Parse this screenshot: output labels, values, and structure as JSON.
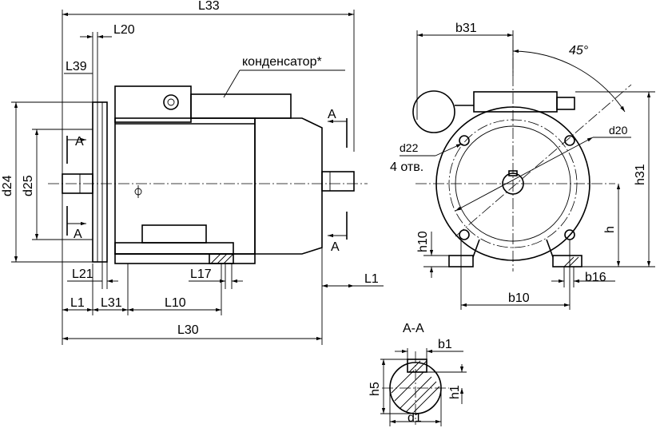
{
  "labels": {
    "L33": "L33",
    "L20": "L20",
    "L39": "L39",
    "capacitor": "конденсатор*",
    "A_top_left": "A",
    "A_bottom_left": "A",
    "A_top_right": "A",
    "A_bottom_right": "A",
    "d24": "d24",
    "d25": "d25",
    "L21": "L21",
    "L17": "L17",
    "L1_right": "L1",
    "L1_left": "L1",
    "L31": "L31",
    "L10": "L10",
    "L30": "L30",
    "b31": "b31",
    "angle": "45°",
    "d22": "d22",
    "holes": "4 отв.",
    "d20": "d20",
    "h31": "h31",
    "h10": "h10",
    "h": "h",
    "b16": "b16",
    "b10": "b10",
    "section_title": "A-A",
    "b1": "b1",
    "h5": "h5",
    "h1": "h1",
    "d1": "d1"
  }
}
